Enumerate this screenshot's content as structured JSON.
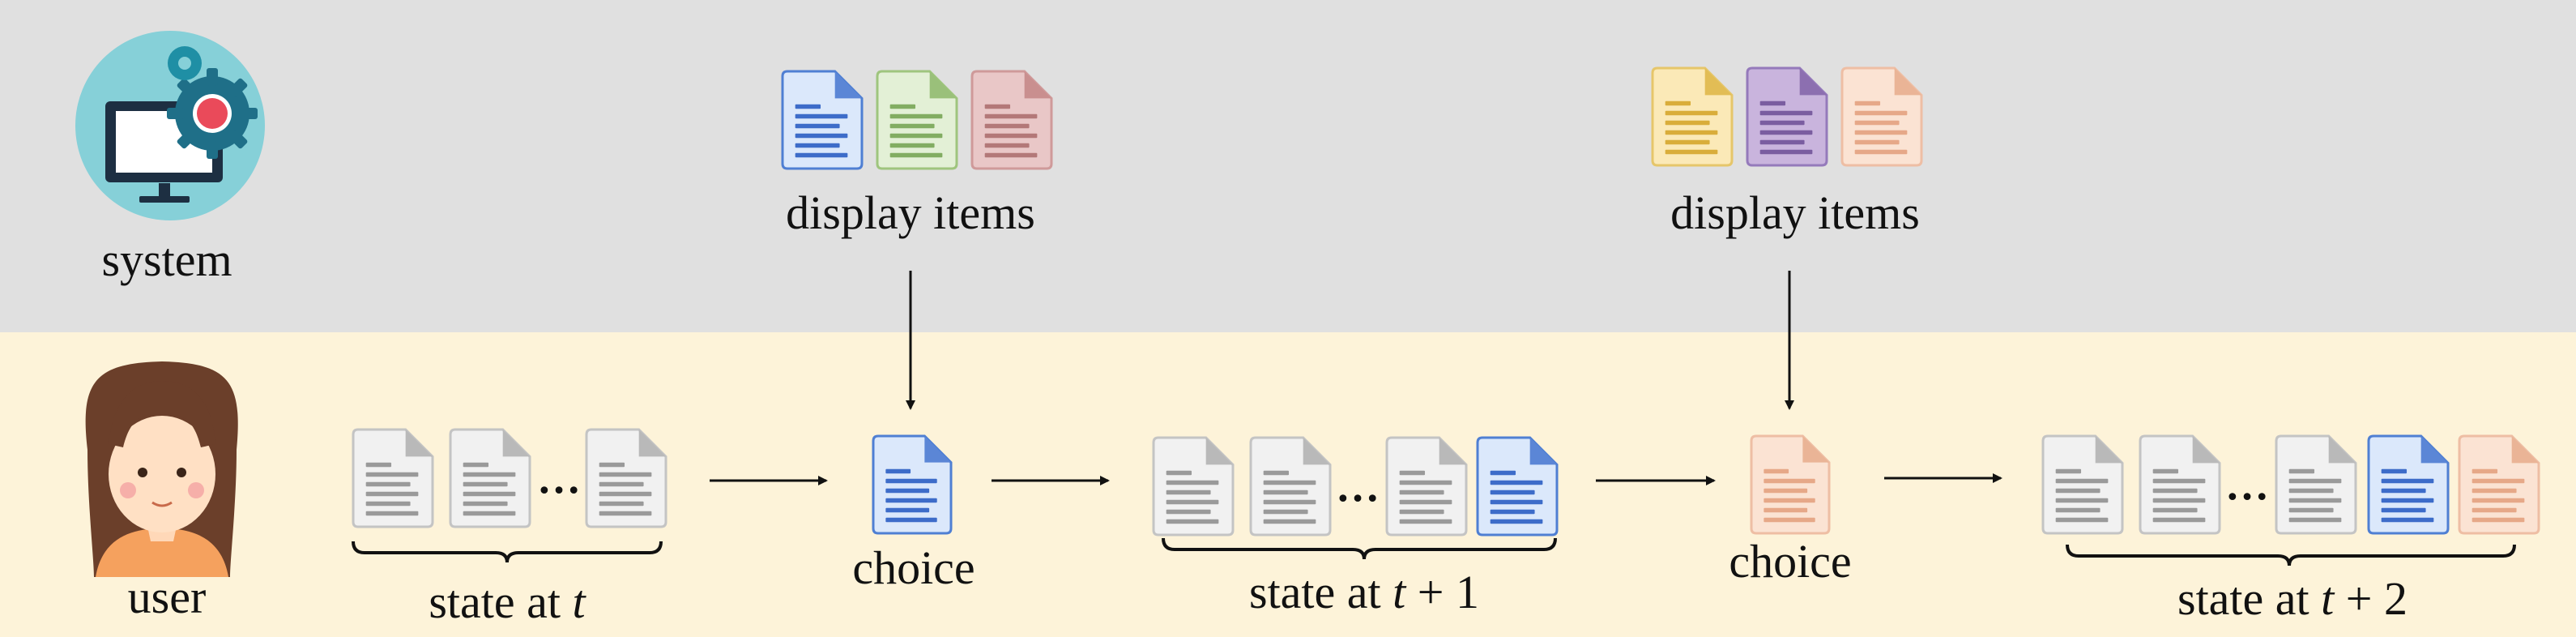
{
  "system": {
    "label": "system",
    "label_color": "#6aa84f"
  },
  "user": {
    "label": "user",
    "label_color": "#b22222"
  },
  "display_groups": [
    {
      "label": "display items",
      "doc_colors": [
        "blue",
        "green",
        "red"
      ]
    },
    {
      "label": "display items",
      "doc_colors": [
        "yellow",
        "purple",
        "peach"
      ]
    }
  ],
  "choices": [
    {
      "label": "choice",
      "doc_color": "blue"
    },
    {
      "label": "choice",
      "doc_color": "peach"
    }
  ],
  "states": [
    {
      "prefix": "state at ",
      "var": "t",
      "suffix": "",
      "docs": [
        "gray",
        "gray",
        "ellipsis",
        "gray"
      ]
    },
    {
      "prefix": "state at ",
      "var": "t",
      "suffix": " + 1",
      "docs": [
        "gray",
        "gray",
        "ellipsis",
        "gray",
        "blue"
      ]
    },
    {
      "prefix": "state at ",
      "var": "t",
      "suffix": " + 2",
      "docs": [
        "gray",
        "gray",
        "ellipsis",
        "gray",
        "blue",
        "peach"
      ]
    }
  ],
  "ellipsis": "…",
  "doc_palette": {
    "gray": {
      "fill": "#f1f1f1",
      "fold": "#b9b9b9",
      "line": "#9a9a9a",
      "stroke": "#c4c4c4"
    },
    "blue": {
      "fill": "#dbe8fb",
      "fold": "#5b86d6",
      "line": "#3d6cc9",
      "stroke": "#4f7fd3"
    },
    "green": {
      "fill": "#e3f0d6",
      "fold": "#9ac07a",
      "line": "#82ad62",
      "stroke": "#9fc57e"
    },
    "red": {
      "fill": "#e9c7c7",
      "fold": "#c98f8f",
      "line": "#b37878",
      "stroke": "#cf9a9a"
    },
    "yellow": {
      "fill": "#fbe9b7",
      "fold": "#e2bd55",
      "line": "#d9ad3a",
      "stroke": "#e6c66a"
    },
    "purple": {
      "fill": "#c9b4dd",
      "fold": "#8c6fb0",
      "line": "#7a5da0",
      "stroke": "#957abb"
    },
    "peach": {
      "fill": "#fbe3d3",
      "fold": "#eab496",
      "line": "#e6a888",
      "stroke": "#eebea4"
    }
  }
}
